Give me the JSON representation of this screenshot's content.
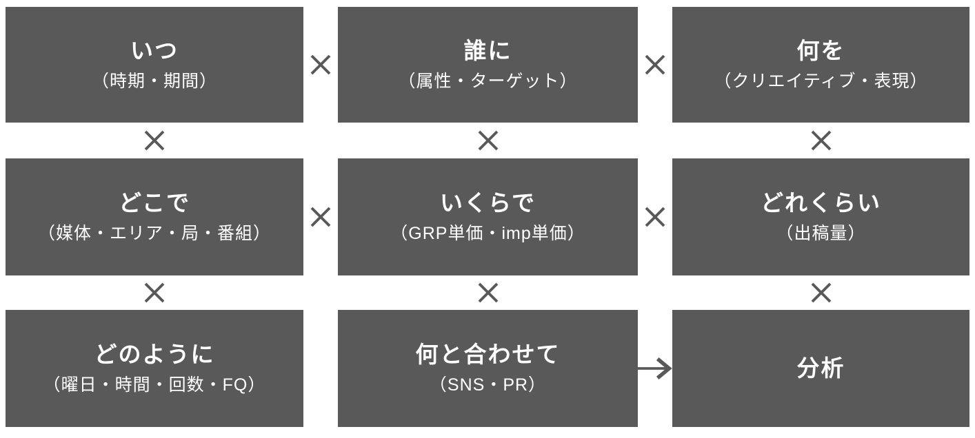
{
  "diagram": {
    "boxes": [
      {
        "title": "いつ",
        "subtitle": "（時期・期間）"
      },
      {
        "title": "誰に",
        "subtitle": "（属性・ターゲット）"
      },
      {
        "title": "何を",
        "subtitle": "（クリエイティブ・表現）"
      },
      {
        "title": "どこで",
        "subtitle": "（媒体・エリア・局・番組）"
      },
      {
        "title": "いくらで",
        "subtitle": "（GRP単価・imp単価）"
      },
      {
        "title": "どれくらい",
        "subtitle": "（出稿量）"
      },
      {
        "title": "どのように",
        "subtitle": "（曜日・時間・回数・FQ）"
      },
      {
        "title": "何と合わせて",
        "subtitle": "（SNS・PR）"
      },
      {
        "title": "分析",
        "subtitle": ""
      }
    ],
    "connectors": {
      "multiply_symbol": "×",
      "arrow_symbol": "→"
    },
    "colors": {
      "box_fill": "#595959",
      "box_text": "#ffffff",
      "connector": "#595959",
      "background": "#ffffff"
    }
  }
}
